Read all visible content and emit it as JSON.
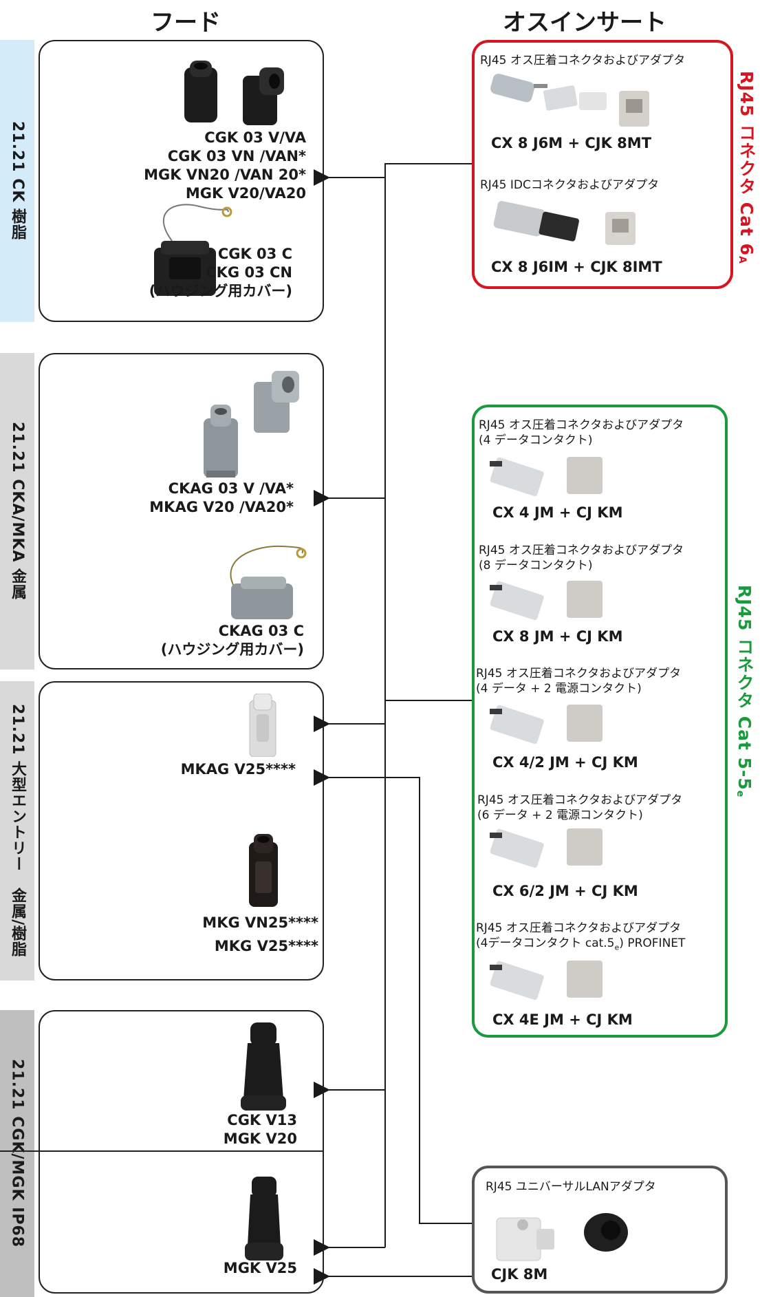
{
  "headers": {
    "hood": "フード",
    "male_insert": "オスインサート"
  },
  "side_bands": [
    {
      "label": "21.21 CK 樹脂",
      "color": "#d4ebf9"
    },
    {
      "label": "21.21 CKA/MKA 金属",
      "color": "#d9d9d9"
    },
    {
      "label": "21.21 大型エントリー　金属/樹脂",
      "color": "#d9d9d9"
    },
    {
      "label": "21.21 CGK/MGK IP68",
      "color": "#bfbfbf"
    }
  ],
  "hood_labels": {
    "ck_main": [
      "CGK 03 V/VA",
      "CGK 03 VN /VAN*",
      "MGK VN20 /VAN 20*",
      "MGK V20/VA20"
    ],
    "ck_cover": [
      "CGK 03 C",
      "CKG 03 CN",
      "(ハウジング用カバー)"
    ],
    "cka_main": [
      "CKAG 03 V /VA*",
      "MKAG V20 /VA20*"
    ],
    "cka_cover": [
      "CKAG 03 C",
      "(ハウジング用カバー)"
    ],
    "large_a": "MKAG V25****",
    "large_b": [
      "MKG VN25****",
      "MKG V25****"
    ],
    "ip68_a": [
      "CGK V13",
      "MGK V20"
    ],
    "ip68_b": "MGK V25"
  },
  "red_group": {
    "title": "RJ45 コネクタ Cat 6",
    "subscript": "A",
    "color": "#d7141f",
    "items": [
      {
        "desc": "RJ45 オス圧着コネクタおよびアダプタ",
        "code": "CX 8 J6M + CJK 8MT"
      },
      {
        "desc": "RJ45 IDCコネクタおよびアダプタ",
        "code": "CX 8 J6IM + CJK 8IMT"
      }
    ]
  },
  "green_group": {
    "title": "RJ45 コネクタ Cat 5-5",
    "subscript": "e",
    "color": "#1a9a3c",
    "items": [
      {
        "desc1": "RJ45 オス圧着コネクタおよびアダプタ",
        "desc2": "(4 データコンタクト)",
        "code": "CX 4 JM + CJ KM"
      },
      {
        "desc1": "RJ45 オス圧着コネクタおよびアダプタ",
        "desc2": "(8 データコンタクト)",
        "code": "CX 8 JM + CJ KM"
      },
      {
        "desc1": "RJ45 オス圧着コネクタおよびアダプタ",
        "desc2": "(4 データ + 2 電源コンタクト)",
        "code": "CX 4/2 JM + CJ KM"
      },
      {
        "desc1": "RJ45 オス圧着コネクタおよびアダプタ",
        "desc2": "(6 データ + 2 電源コンタクト)",
        "code": "CX 6/2 JM + CJ KM"
      },
      {
        "desc1": "RJ45 オス圧着コネクタおよびアダプタ",
        "desc2a": "(4データコンタクト cat.5",
        "desc2sub": "e",
        "desc2b": ")  PROFINET",
        "code": "CX 4E JM + CJ KM"
      }
    ]
  },
  "gray_group": {
    "desc": "RJ45 ユニバーサルLANアダプタ",
    "code": "CJK 8M",
    "color": "#555555"
  }
}
